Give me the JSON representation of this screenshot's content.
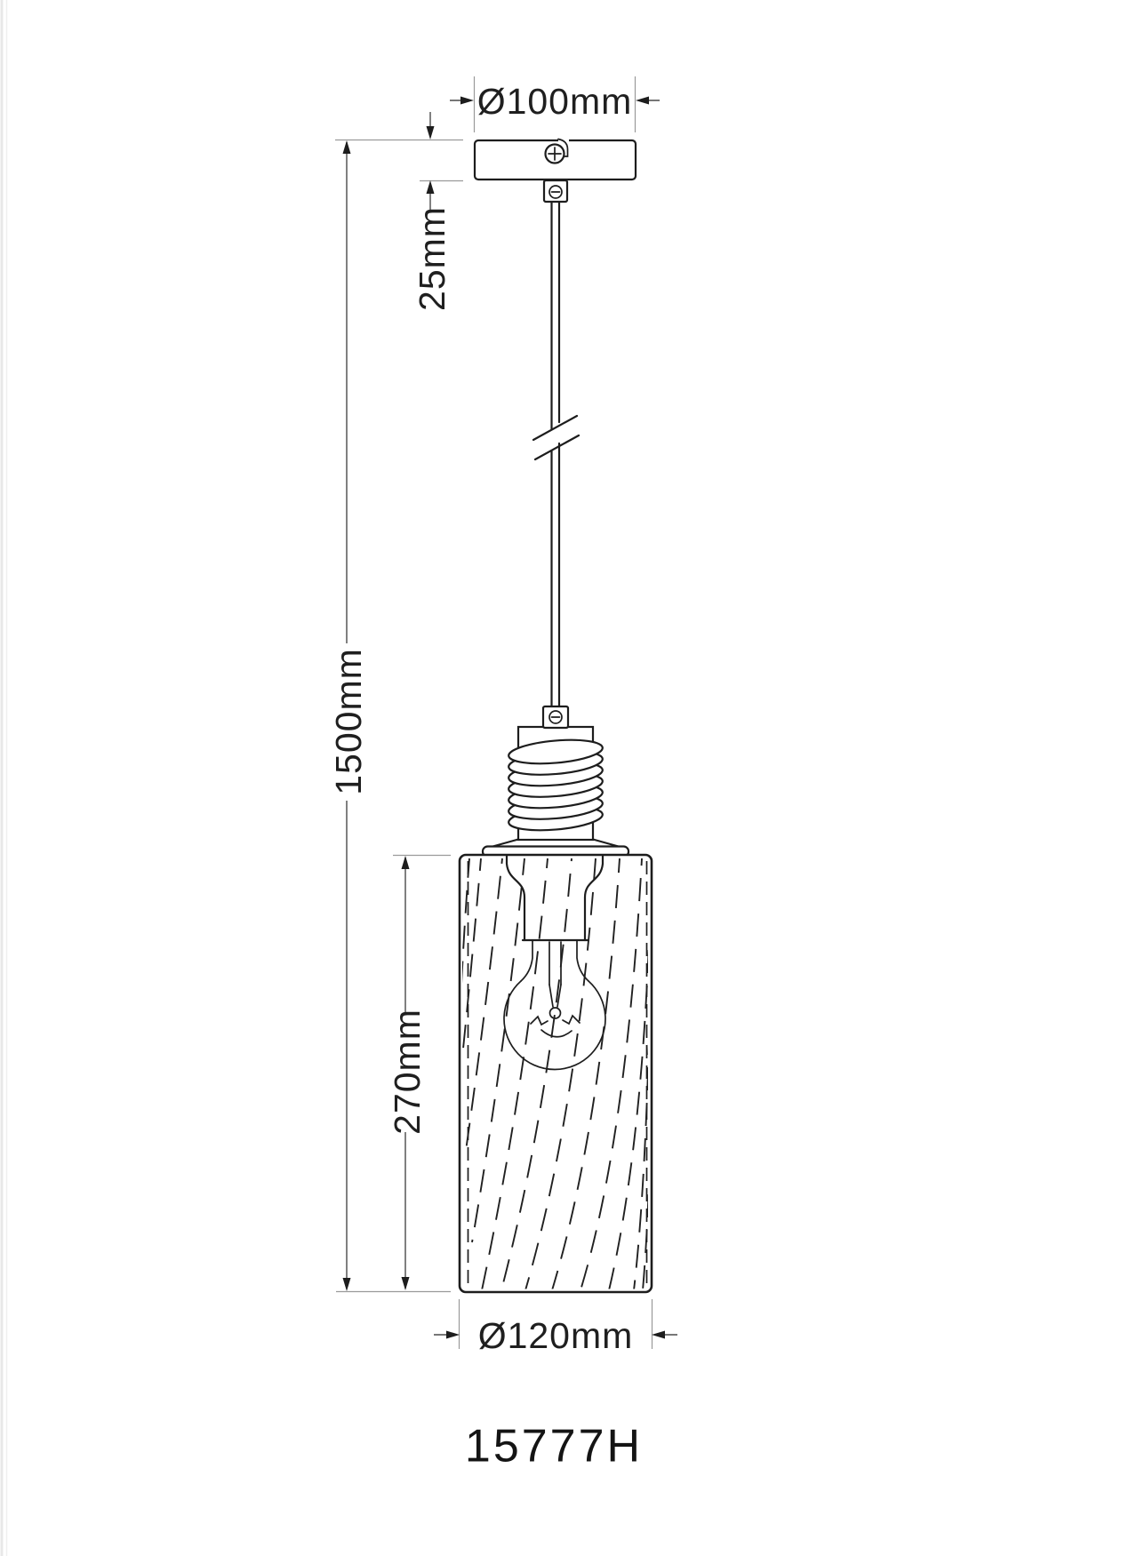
{
  "labels": {
    "canopy_diameter": "Ø100mm",
    "canopy_height": "25mm",
    "total_height": "1500mm",
    "shade_height": "270mm",
    "shade_diameter": "Ø120mm",
    "product_code": "15777H"
  },
  "colors": {
    "background": "#ffffff",
    "fixture_line": "#1d1d1d",
    "dimension_line": "#4a4a4a",
    "extension_line": "#9a9a9a",
    "text": "#1f1f1f"
  }
}
